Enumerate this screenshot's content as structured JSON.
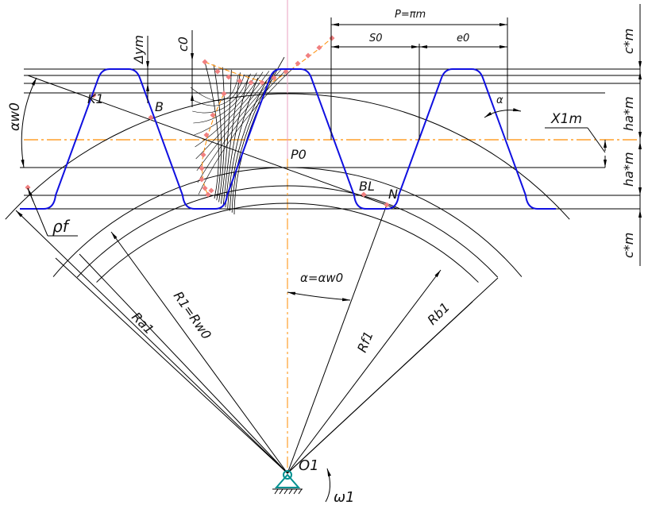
{
  "labels": {
    "pitch": "P=πm",
    "s0": "S0",
    "e0": "e0",
    "c_top": "c*m",
    "ha_upper": "ha*m",
    "ha_lower": "ha*m",
    "c_bottom": "c*m",
    "delta_y": "Δym",
    "c0": "c0",
    "alpha_w0": "αw0",
    "k1": "K1",
    "b": "B",
    "alpha": "α",
    "x1m": "X1m",
    "p0": "P0",
    "bl": "BL",
    "n": "N",
    "rho_f": "ρf",
    "alpha_eq": "α=αw0",
    "ra1": "Ra1",
    "r1": "R1=Rw0",
    "rf1": "Rf1",
    "rb1": "Rb1",
    "o1": "O1",
    "omega1": "ω1"
  },
  "colors": {
    "rack": "#1010e0",
    "axis": "#ff8c00",
    "points": "#f08080",
    "center_line": "#e8a0c0",
    "support": "#009090"
  }
}
